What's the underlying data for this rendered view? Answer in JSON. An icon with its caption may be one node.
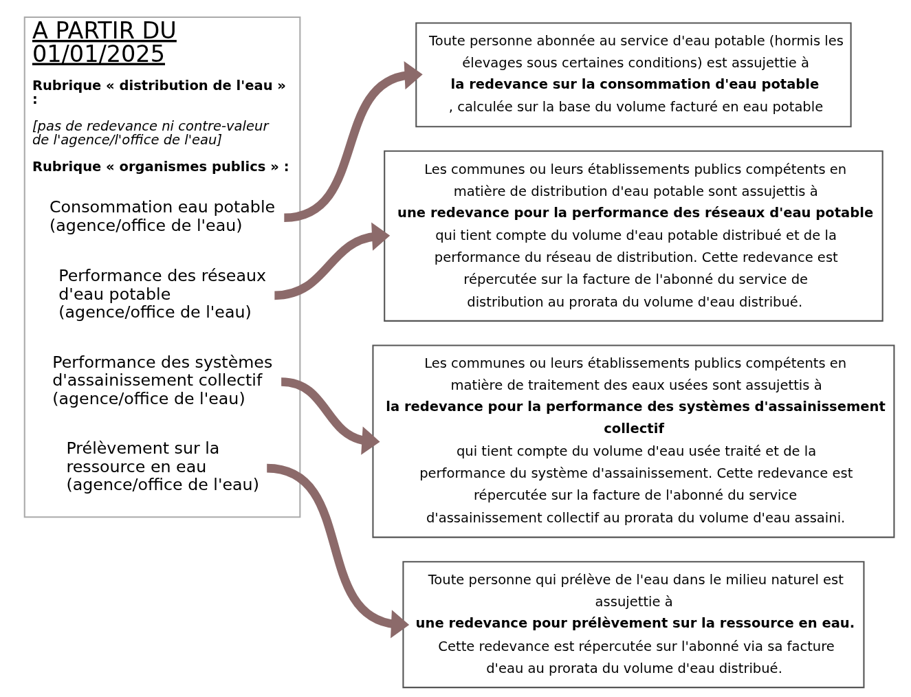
{
  "diagram": {
    "nodes": [
      {
        "text": [
          "A PARTIR DU 01/01/2025",
          "Rubrique « distribution de l'eau » :",
          "[pas de redevance ni contre-valeur de l'agence/l'office de l'eau]",
          "Rubrique « organismes publics » :"
        ]
      },
      {
        "text": [
          "Consommation eau potable (agence/office de l'eau)"
        ],
        "in": 0
      },
      {
        "text": [
          "Performance des réseaux d'eau potable (agence/office de l'eau)"
        ],
        "in": 0
      },
      {
        "text": [
          "Performance des systèmes d'assainissement collectif (agence/office de l'eau)"
        ],
        "in": 0
      },
      {
        "text": [
          "Prélèvement sur la ressource en eau (agence/office de l'eau)"
        ],
        "in": 0
      },
      {
        "text": [
          "Toute personne abonnée au service d'eau potable (hormis les élevages sous certaines conditions) est assujettie à **la redevance sur la consommation d'eau potable**, calculée sur la base du volume facturé en eau potable"
        ]
      },
      {
        "text": [
          "Les communes ou leurs établissements publics compétents en matière de distribution d'eau potable sont assujettis à **une redevance pour la performance des réseaux d'eau potable** qui tient compte du volume d'eau potable distribué et de la performance du réseau de distribution. Cette redevance est répercutée sur la facture de l'abonné du service de distribution au prorata du volume d'eau distribué."
        ]
      },
      {
        "text": [
          "Les communes ou leurs établissements publics compétents en matière de traitement des eaux usées sont assujettis à **la redevance pour la performance des systèmes d'assainissement collectif** qui tient compte du volume d'eau usée traité et de la performance du système d'assainissement. Cette redevance est répercutée sur la facture de l'abonné du service d'assainissement collectif au prorata du volume d'eau assaini."
        ]
      },
      {
        "text": [
          "Toute personne qui prélève de l'eau dans le milieu naturel est assujettie à **une redevance pour prélèvement sur la ressource en eau.** Cette redevance est répercutée sur l'abonné via sa facture d'eau au prorata du volume d'eau distribué."
        ]
      }
    ],
    "edges": [
      {
        "from": 1,
        "to": 5,
        "arrow": "to"
      },
      {
        "from": 2,
        "to": 6,
        "arrow": "to"
      },
      {
        "from": 3,
        "to": 7,
        "arrow": "to"
      },
      {
        "from": 4,
        "to": 8,
        "arrow": "to"
      }
    ]
  }
}
